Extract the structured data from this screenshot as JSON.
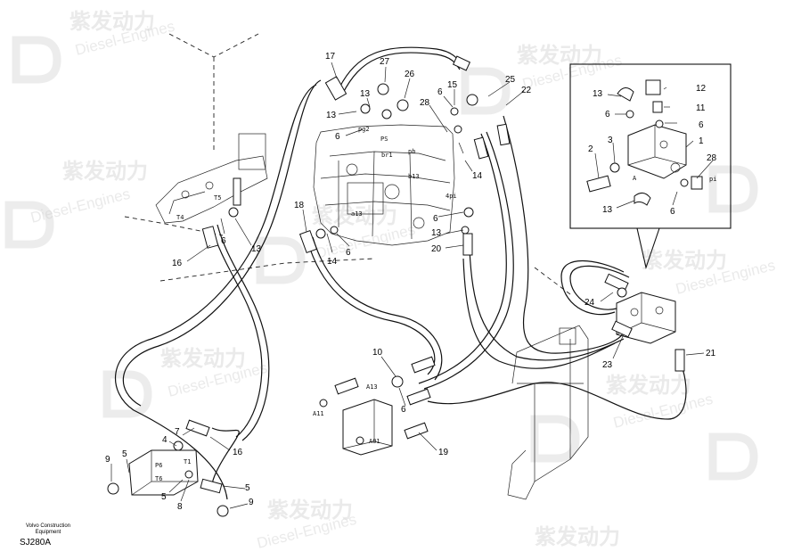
{
  "watermark": {
    "brand_cn": "紫发动力",
    "brand_en": "Diesel-Engines"
  },
  "footer": {
    "company_line1": "Volvo Construction",
    "company_line2": "Equipment",
    "figure_code": "SJ280A"
  },
  "callouts": [
    "17",
    "27",
    "26",
    "13",
    "13",
    "6",
    "25",
    "22",
    "15",
    "6",
    "28",
    "12",
    "13",
    "11",
    "6",
    "6",
    "1",
    "2",
    "3",
    "28",
    "13",
    "6",
    "18",
    "14",
    "6",
    "13",
    "20",
    "6",
    "14",
    "16",
    "13",
    "6",
    "24",
    "21",
    "23",
    "10",
    "6",
    "19",
    "4",
    "7",
    "16",
    "9",
    "5",
    "5",
    "5",
    "8",
    "9"
  ],
  "port_labels": [
    "pg2",
    "PS",
    "br1",
    "pb",
    "b13",
    "4pi",
    "a13",
    "T5",
    "T4",
    "pi",
    "A",
    "A13",
    "A11",
    "A01",
    "P6",
    "T1",
    "T6"
  ]
}
